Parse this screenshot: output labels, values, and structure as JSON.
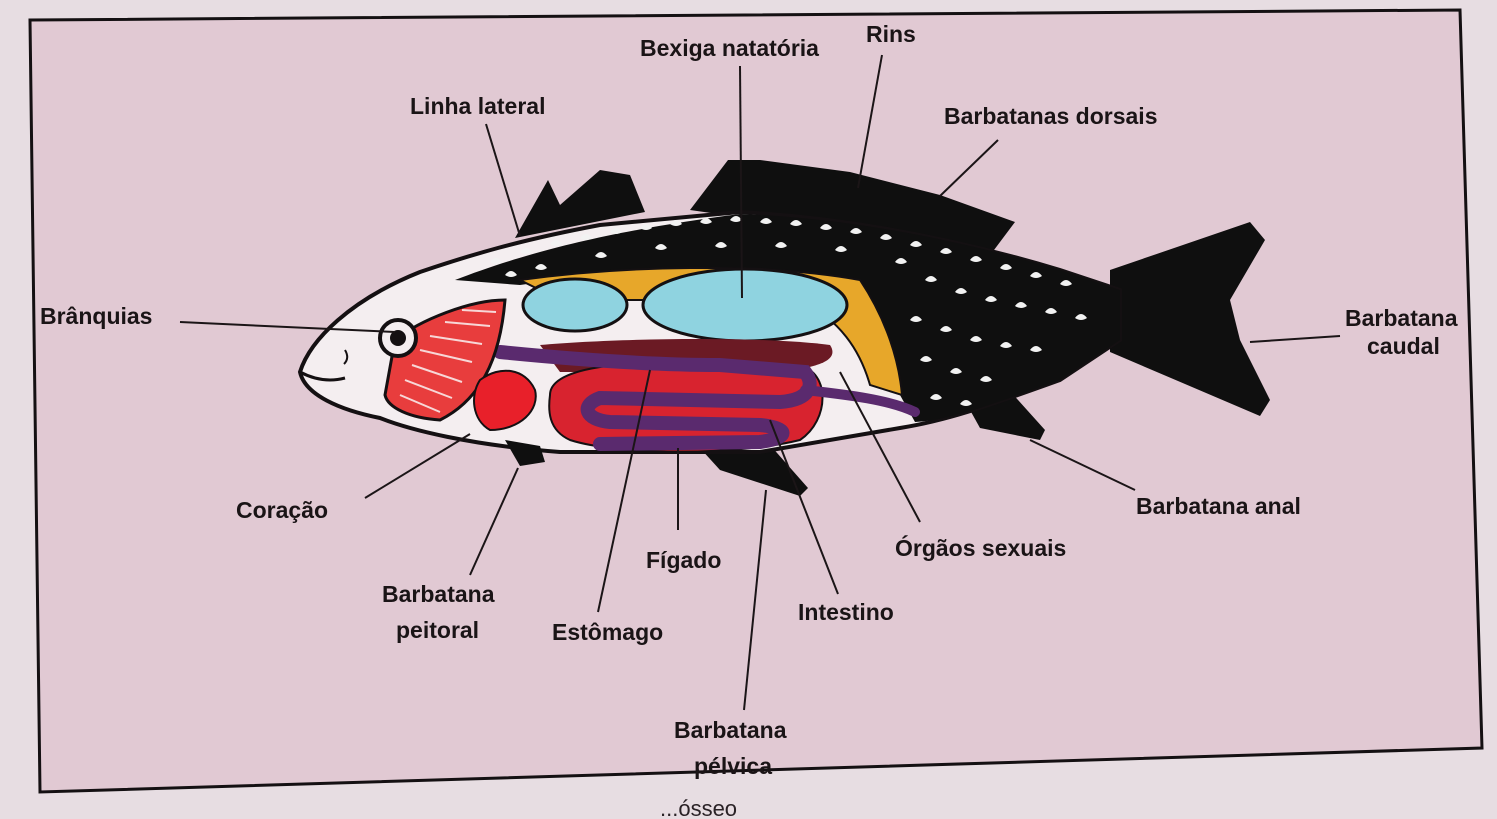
{
  "labels": {
    "branquias": "Brânquias",
    "linha_lateral": "Linha lateral",
    "bexiga_natatoria": "Bexiga natatória",
    "rins": "Rins",
    "barbatanas_dorsais": "Barbatanas dorsais",
    "barbatana_caudal": [
      "Barbatana",
      "caudal"
    ],
    "coracao": "Coração",
    "barbatana_peitoral": [
      "Barbatana",
      "peitoral"
    ],
    "estomago": "Estômago",
    "figado": "Fígado",
    "intestino": "Intestino",
    "orgaos_sexuais": "Órgãos sexuais",
    "barbatana_anal": "Barbatana anal",
    "barbatana_pelvica": [
      "Barbatana",
      "pélvica"
    ]
  },
  "caption_fragment": "...ósseo",
  "colors": {
    "page": "#e5d0d8",
    "frame": "#141012",
    "body_dark": "#0f0f0f",
    "swim_bladder": "#8fd3e0",
    "kidney": "#e7a72a",
    "gills": "#e83d3d",
    "heart": "#e8202a",
    "intestine": "#5a2a6e",
    "stomach": "#d8232f"
  }
}
